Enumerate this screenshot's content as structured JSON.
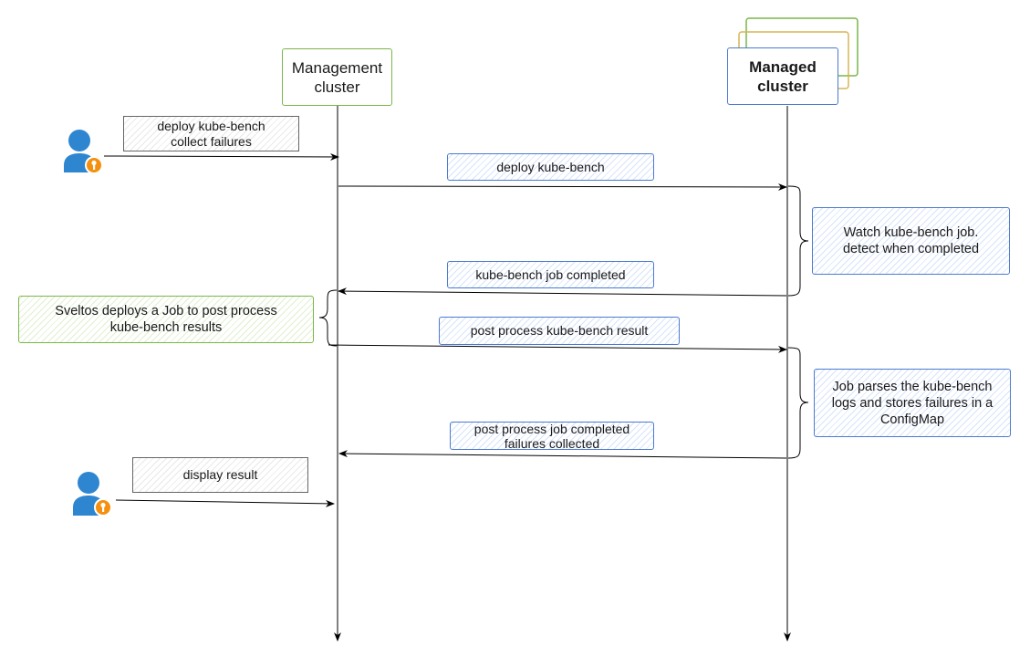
{
  "participants": {
    "management": {
      "line1": "Management",
      "line2": "cluster"
    },
    "managed": {
      "line1": "Managed",
      "line2": "cluster"
    }
  },
  "messages": {
    "user_request": {
      "line1": "deploy kube-bench",
      "line2": "collect failures"
    },
    "deploy": "deploy kube-bench",
    "job_completed": "kube-bench job completed",
    "post_process": "post process kube-bench result",
    "post_completed": {
      "line1": "post process job completed",
      "line2": "failures collected"
    },
    "display": "display result"
  },
  "notes": {
    "watch": {
      "line1": "Watch kube-bench job.",
      "line2": "detect when completed"
    },
    "sveltos": {
      "line1": "Sveltos deploys a Job to post process",
      "line2": "kube-bench results"
    },
    "parse": {
      "line1": "Job parses the kube-bench",
      "line2": "logs and stores failures in a",
      "line3": "ConfigMap"
    }
  },
  "icons": {
    "user": "user-key-icon"
  },
  "colors": {
    "management": "#7ab648",
    "managed": "#4b7bd0",
    "stack_back": "#d6b656"
  }
}
